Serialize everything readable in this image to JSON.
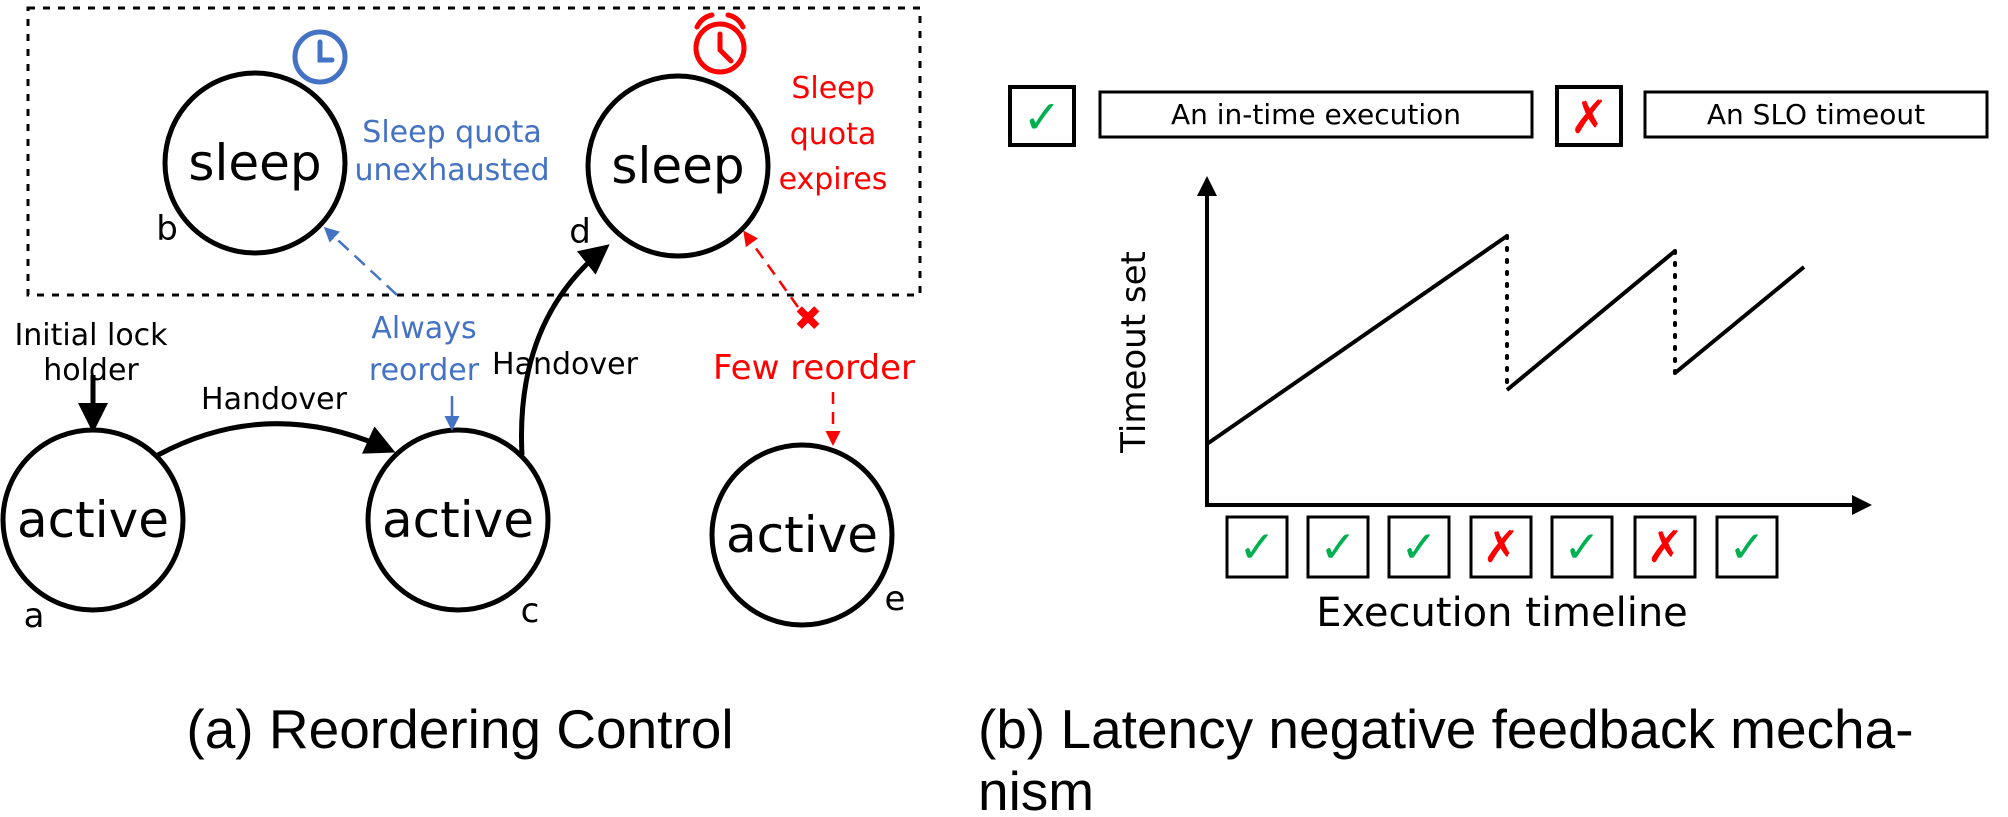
{
  "panel_a": {
    "nodes": [
      {
        "id": "a",
        "state": "active"
      },
      {
        "id": "b",
        "state": "sleep"
      },
      {
        "id": "c",
        "state": "active"
      },
      {
        "id": "d",
        "state": "sleep"
      },
      {
        "id": "e",
        "state": "active"
      }
    ],
    "labels": {
      "initial_line1": "Initial lock",
      "initial_line2": "holder",
      "handover_ac": "Handover",
      "handover_cd": "Handover",
      "always_line1": "Always",
      "always_line2": "reorder",
      "quota_unexhausted_line1": "Sleep quota",
      "quota_unexhausted_line2": "unexhausted",
      "quota_expires_line1": "Sleep",
      "quota_expires_line2": "quota",
      "quota_expires_line3": "expires",
      "few_reorder": "Few reorder",
      "fail_mark": "✖"
    },
    "caption": "(a) Reordering Control",
    "colors": {
      "blue": "#4472c4",
      "red": "#ff0000",
      "black": "#000000"
    }
  },
  "panel_b": {
    "legend": [
      {
        "symbol": "✓",
        "text": "An in-time execution"
      },
      {
        "symbol": "✗",
        "text": "An SLO timeout"
      }
    ],
    "y_axis_label": "Timeout set",
    "x_axis_label": "Execution timeline",
    "timeline": [
      "✓",
      "✓",
      "✓",
      "✗",
      "✓",
      "✗",
      "✓"
    ],
    "caption_line1": "(b) Latency negative feedback mecha-",
    "caption_line2": "nism",
    "colors": {
      "check": "#00b050",
      "cross": "#ff0000"
    }
  }
}
